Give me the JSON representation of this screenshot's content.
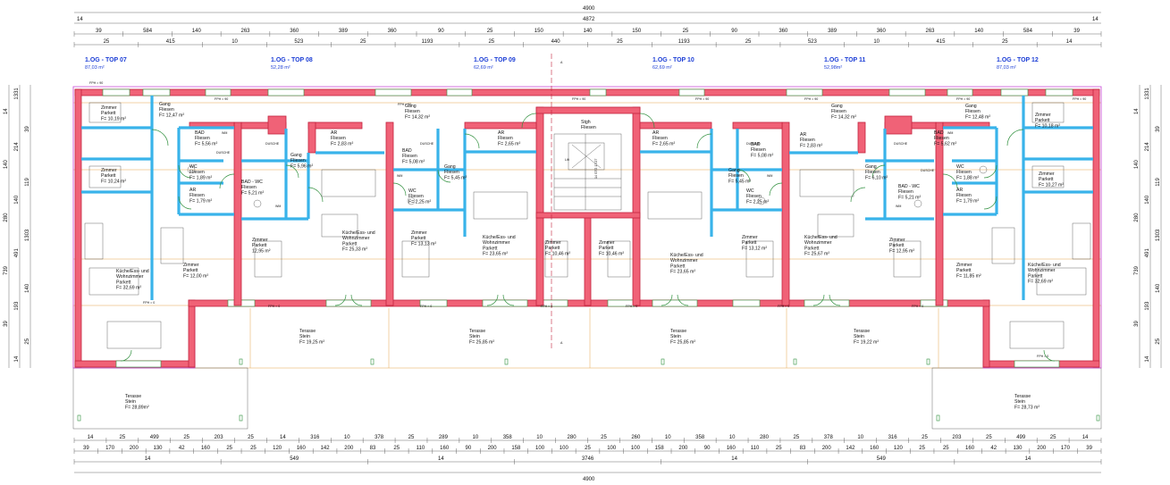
{
  "dimensions": {
    "top": [
      {
        "rows": [
          {
            "y": 0,
            "items": [
              [
                "4900"
              ]
            ]
          },
          {
            "y": 1,
            "items": [
              [
                "14"
              ],
              [
                "4872"
              ],
              [
                "14"
              ]
            ]
          },
          {
            "y": 2,
            "items": [
              [
                "39"
              ],
              [
                "584"
              ],
              [
                "140"
              ],
              [
                "263"
              ],
              [
                "360"
              ],
              [
                "389"
              ],
              [
                "360"
              ],
              [
                "90"
              ],
              [
                "25"
              ],
              [
                "150"
              ],
              [
                "140"
              ],
              [
                "150"
              ],
              [
                "25"
              ],
              [
                "90"
              ],
              [
                "360"
              ],
              [
                "389"
              ],
              [
                "360"
              ],
              [
                "263"
              ],
              [
                "140"
              ],
              [
                "584"
              ],
              [
                "39"
              ]
            ]
          },
          {
            "y": 3,
            "items": [
              [
                "25"
              ],
              [
                "415"
              ],
              [
                "10"
              ],
              [
                "523"
              ],
              [
                "25"
              ],
              [
                "1193"
              ],
              [
                "25"
              ],
              [
                "440"
              ],
              [
                "25"
              ],
              [
                "1193"
              ],
              [
                "25"
              ],
              [
                "523"
              ],
              [
                "10"
              ],
              [
                "415"
              ],
              [
                "25"
              ],
              [
                "14"
              ]
            ]
          }
        ]
      }
    ],
    "bottom": [
      {
        "rows": [
          {
            "y": 0,
            "items": [
              [
                "14"
              ],
              [
                "25"
              ],
              [
                "499"
              ],
              [
                "25"
              ],
              [
                "203"
              ],
              [
                "25"
              ],
              [
                "14"
              ],
              [
                "316"
              ],
              [
                "10"
              ],
              [
                "378"
              ],
              [
                "25"
              ],
              [
                "289"
              ],
              [
                "10"
              ],
              [
                "358"
              ],
              [
                "10"
              ],
              [
                "280"
              ],
              [
                "25"
              ],
              [
                "260"
              ],
              [
                "10"
              ],
              [
                "358"
              ],
              [
                "10"
              ],
              [
                "280"
              ],
              [
                "25"
              ],
              [
                "378"
              ],
              [
                "10"
              ],
              [
                "316"
              ],
              [
                "25"
              ],
              [
                "203"
              ],
              [
                "25"
              ],
              [
                "499"
              ],
              [
                "25"
              ],
              [
                "14"
              ]
            ]
          },
          {
            "y": 1,
            "items": [
              [
                "39"
              ],
              [
                "170"
              ],
              [
                "200"
              ],
              [
                "130"
              ],
              [
                "42"
              ],
              [
                "160"
              ],
              [
                "25"
              ],
              [
                "25"
              ],
              [
                "120"
              ],
              [
                "160"
              ],
              [
                "142"
              ],
              [
                "200"
              ],
              [
                "83"
              ],
              [
                "25"
              ],
              [
                "110"
              ],
              [
                "160"
              ],
              [
                "90"
              ],
              [
                "200"
              ],
              [
                "158"
              ],
              [
                "100"
              ],
              [
                "100"
              ],
              [
                "25"
              ],
              [
                "100"
              ],
              [
                "100"
              ],
              [
                "158"
              ],
              [
                "200"
              ],
              [
                "90"
              ],
              [
                "160"
              ],
              [
                "110"
              ],
              [
                "25"
              ],
              [
                "83"
              ],
              [
                "200"
              ],
              [
                "142"
              ],
              [
                "160"
              ],
              [
                "120"
              ],
              [
                "25"
              ],
              [
                "25"
              ],
              [
                "160"
              ],
              [
                "42"
              ],
              [
                "130"
              ],
              [
                "200"
              ],
              [
                "170"
              ],
              [
                "39"
              ]
            ]
          },
          {
            "y": 2,
            "items": [
              [
                "14"
              ],
              [
                "549"
              ],
              [
                "14"
              ],
              [
                "3746"
              ],
              [
                "14"
              ],
              [
                "549"
              ],
              [
                "14"
              ]
            ]
          },
          {
            "y": 3,
            "items": [
              [
                "4900"
              ]
            ]
          }
        ]
      }
    ],
    "left": [
      "14",
      "25",
      "39",
      "193",
      "140",
      "739",
      "491",
      "1303",
      "280",
      "140",
      "119",
      "140",
      "214",
      "39",
      "14",
      "1331"
    ],
    "right": [
      "14",
      "25",
      "39",
      "193",
      "140",
      "739",
      "491",
      "1303",
      "280",
      "140",
      "119",
      "140",
      "214",
      "39",
      "14",
      "1331"
    ]
  },
  "units": [
    {
      "title": "1.OG - TOP 07",
      "area": "87,03 m²"
    },
    {
      "title": "1.OG - TOP 08",
      "area": "52,28 m²"
    },
    {
      "title": "1.OG - TOP 09",
      "area": "62,69 m²"
    },
    {
      "title": "1.OG - TOP 10",
      "area": "62,69 m²"
    },
    {
      "title": "1.OG - TOP 11",
      "area": "52,98m²"
    },
    {
      "title": "1.OG - TOP 12",
      "area": "87,03 m²"
    }
  ],
  "rooms": [
    {
      "lines": [
        "Zimmer",
        "Parkett",
        "F= 10,19 m²"
      ]
    },
    {
      "lines": [
        "Gang",
        "Fliesen",
        "F= 12,47 m²"
      ]
    },
    {
      "lines": [
        "Zimmer",
        "Parkett",
        "F= 10,24 m²"
      ]
    },
    {
      "lines": [
        "BAD",
        "Fliesen",
        "F= 5,56 m²"
      ]
    },
    {
      "lines": [
        "WC",
        "Fliesen",
        "F= 1,89 m²"
      ]
    },
    {
      "lines": [
        "AR",
        "Fliesen",
        "F= 1,79 m²"
      ]
    },
    {
      "lines": [
        "Küche/Ess- und",
        "Wohnzimmer",
        "Parkett",
        "F= 32,69 m²"
      ]
    },
    {
      "lines": [
        "Zimmer",
        "Parkett",
        "F= 12,00 m²"
      ]
    },
    {
      "lines": [
        "Terasse",
        "Stein",
        "F= 28,89m²"
      ]
    },
    {
      "lines": [
        "Gang",
        "Fliesen",
        "F= 5,96 m²"
      ]
    },
    {
      "lines": [
        "BAD - WC",
        "Fliesen",
        "F= 5,21 m²"
      ]
    },
    {
      "lines": [
        "AR",
        "Fliesen",
        "F= 2,83 m²"
      ]
    },
    {
      "lines": [
        "Zimmer",
        "Parkett",
        "12,95 m²"
      ]
    },
    {
      "lines": [
        "Küche/Ess- und",
        "Wohnzimmer",
        "Parkett",
        "F= 25,33 m²"
      ]
    },
    {
      "lines": [
        "Terasse",
        "Stein",
        "F= 19,25 m²"
      ]
    },
    {
      "lines": [
        "Gang",
        "Fliesen",
        "F= 14,32 m²"
      ]
    },
    {
      "lines": [
        "BAD",
        "Fliesen",
        "F= 5,08 m²"
      ]
    },
    {
      "lines": [
        "WC",
        "Fliesen",
        "F= 2,25 m²"
      ]
    },
    {
      "lines": [
        "Gang",
        "Fliesen",
        "F= 5,45 m²"
      ]
    },
    {
      "lines": [
        "AR",
        "Fliesen",
        "F= 2,65 m²"
      ]
    },
    {
      "lines": [
        "Zimmer",
        "Parkett",
        "F= 13,13 m²"
      ]
    },
    {
      "lines": [
        "Küche/Ess- und",
        "Wohnzimmer",
        "Parkett",
        "F= 23,65 m²"
      ]
    },
    {
      "lines": [
        "Terasse",
        "Stein",
        "F= 25,85 m²"
      ]
    },
    {
      "lines": [
        "Zimmer",
        "Parkett",
        "F= 10,46 m²"
      ]
    },
    {
      "lines": [
        "Stgh",
        "Fliesen"
      ]
    },
    {
      "lines": [
        "Zimmer",
        "Parkett",
        "F= 10,46 m²"
      ]
    },
    {
      "lines": [
        "AR",
        "Fliesen",
        "F= 2,65 m²"
      ]
    },
    {
      "lines": [
        "BAD",
        "Fliesen",
        "F= 5,08 m²"
      ]
    },
    {
      "lines": [
        "Gang",
        "Fliesen",
        "F= 5,45 m²"
      ]
    },
    {
      "lines": [
        "WC",
        "Fliesen",
        "F= 2,25 m²"
      ]
    },
    {
      "lines": [
        "Küche/Ess- und",
        "Wohnzimmer",
        "Parkett",
        "F= 23,65 m²"
      ]
    },
    {
      "lines": [
        "Terasse",
        "Stein",
        "F= 25,85 m²"
      ]
    },
    {
      "lines": [
        "Zimmer",
        "Parkett",
        "F= 13,12 m²"
      ]
    },
    {
      "lines": [
        "Gang",
        "Fliesen",
        "F= 14,32 m²"
      ]
    },
    {
      "lines": [
        "AR",
        "Fliesen",
        "F= 2,83 m²"
      ]
    },
    {
      "lines": [
        "Küche/Ess- und",
        "Wohnzimmer",
        "Parkett",
        "F= 25,67 m²"
      ]
    },
    {
      "lines": [
        "Terasse",
        "Stein",
        "F= 19,22 m²"
      ]
    },
    {
      "lines": [
        "Gang",
        "Fliesen",
        "F= 6,10 m²"
      ]
    },
    {
      "lines": [
        "BAD - WC",
        "Fliesen",
        "F= 5,21 m²"
      ]
    },
    {
      "lines": [
        "Zimmer",
        "Parkett",
        "F= 12,95 m²"
      ]
    },
    {
      "lines": [
        "Gang",
        "Fliesen",
        "F= 12,48 m²"
      ]
    },
    {
      "lines": [
        "BAD",
        "Fliesen",
        "F= 5,62 m²"
      ]
    },
    {
      "lines": [
        "WC",
        "Fliesen",
        "F= 1,88 m²"
      ]
    },
    {
      "lines": [
        "AR",
        "Fliesen",
        "F= 1,79 m²"
      ]
    },
    {
      "lines": [
        "Zimmer",
        "Parkett",
        "F= 11,85 m²"
      ]
    },
    {
      "lines": [
        "Zimmer",
        "Parkett",
        "F= 10,18 m²"
      ]
    },
    {
      "lines": [
        "Zimmer",
        "Parkett",
        "F= 10,27 m²"
      ]
    },
    {
      "lines": [
        "Küche/Ess- und",
        "Wohnzimmer",
        "Parkett",
        "F= 32,69 m²"
      ]
    },
    {
      "lines": [
        "Terasse",
        "Stein",
        "F= 28,73 m²"
      ]
    }
  ],
  "fph": [
    "FPH = 90",
    "FPH = 0",
    "FPH = 90",
    "FPH = 0",
    "FPH = 90",
    "FPH = 0",
    "FPH = 90",
    "FPH = 0",
    "FPH = 90",
    "FPH = 0",
    "FPH = 90",
    "FPH = 0",
    "FPH = 90",
    "FPH = 0",
    "FPH = 90",
    "FPH = 0"
  ],
  "misc": {
    "dusche": "DUSCHE",
    "wm": "WM",
    "lift": "Lift",
    "section_a": "A",
    "stair_label": "14 STG 17/27"
  },
  "colors": {
    "wall_fill": "#f06277",
    "wall_stroke": "#c3243d",
    "inner_wall": "#39b3ea",
    "furniture": "#444444",
    "annotation": "#1d3fd6",
    "terrace_line": "#e6a64f",
    "window": "#2e8f3c",
    "insulation": "#c845d6"
  }
}
